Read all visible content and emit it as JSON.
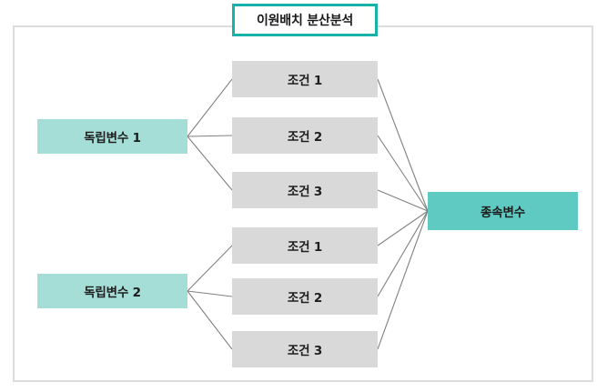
{
  "diagram": {
    "title": "이원배치 분산분석",
    "type": "two-way-anova-flow-diagram",
    "colors": {
      "title_border": "#17b3ab",
      "independent_variable_fill": "#a5ded6",
      "dependent_variable_fill": "#5ecac1",
      "condition_fill": "#d9d9d9",
      "frame_border": "#dcdcdc",
      "connector_line": "#808080"
    },
    "independent_variables": [
      {
        "label": "독립변수 1",
        "conditions": [
          {
            "label": "조건 1"
          },
          {
            "label": "조건 2"
          },
          {
            "label": "조건 3"
          }
        ]
      },
      {
        "label": "독립변수 2",
        "conditions": [
          {
            "label": "조건 1"
          },
          {
            "label": "조건 2"
          },
          {
            "label": "조건 3"
          }
        ]
      }
    ],
    "dependent_variable": {
      "label": "종속변수"
    }
  }
}
